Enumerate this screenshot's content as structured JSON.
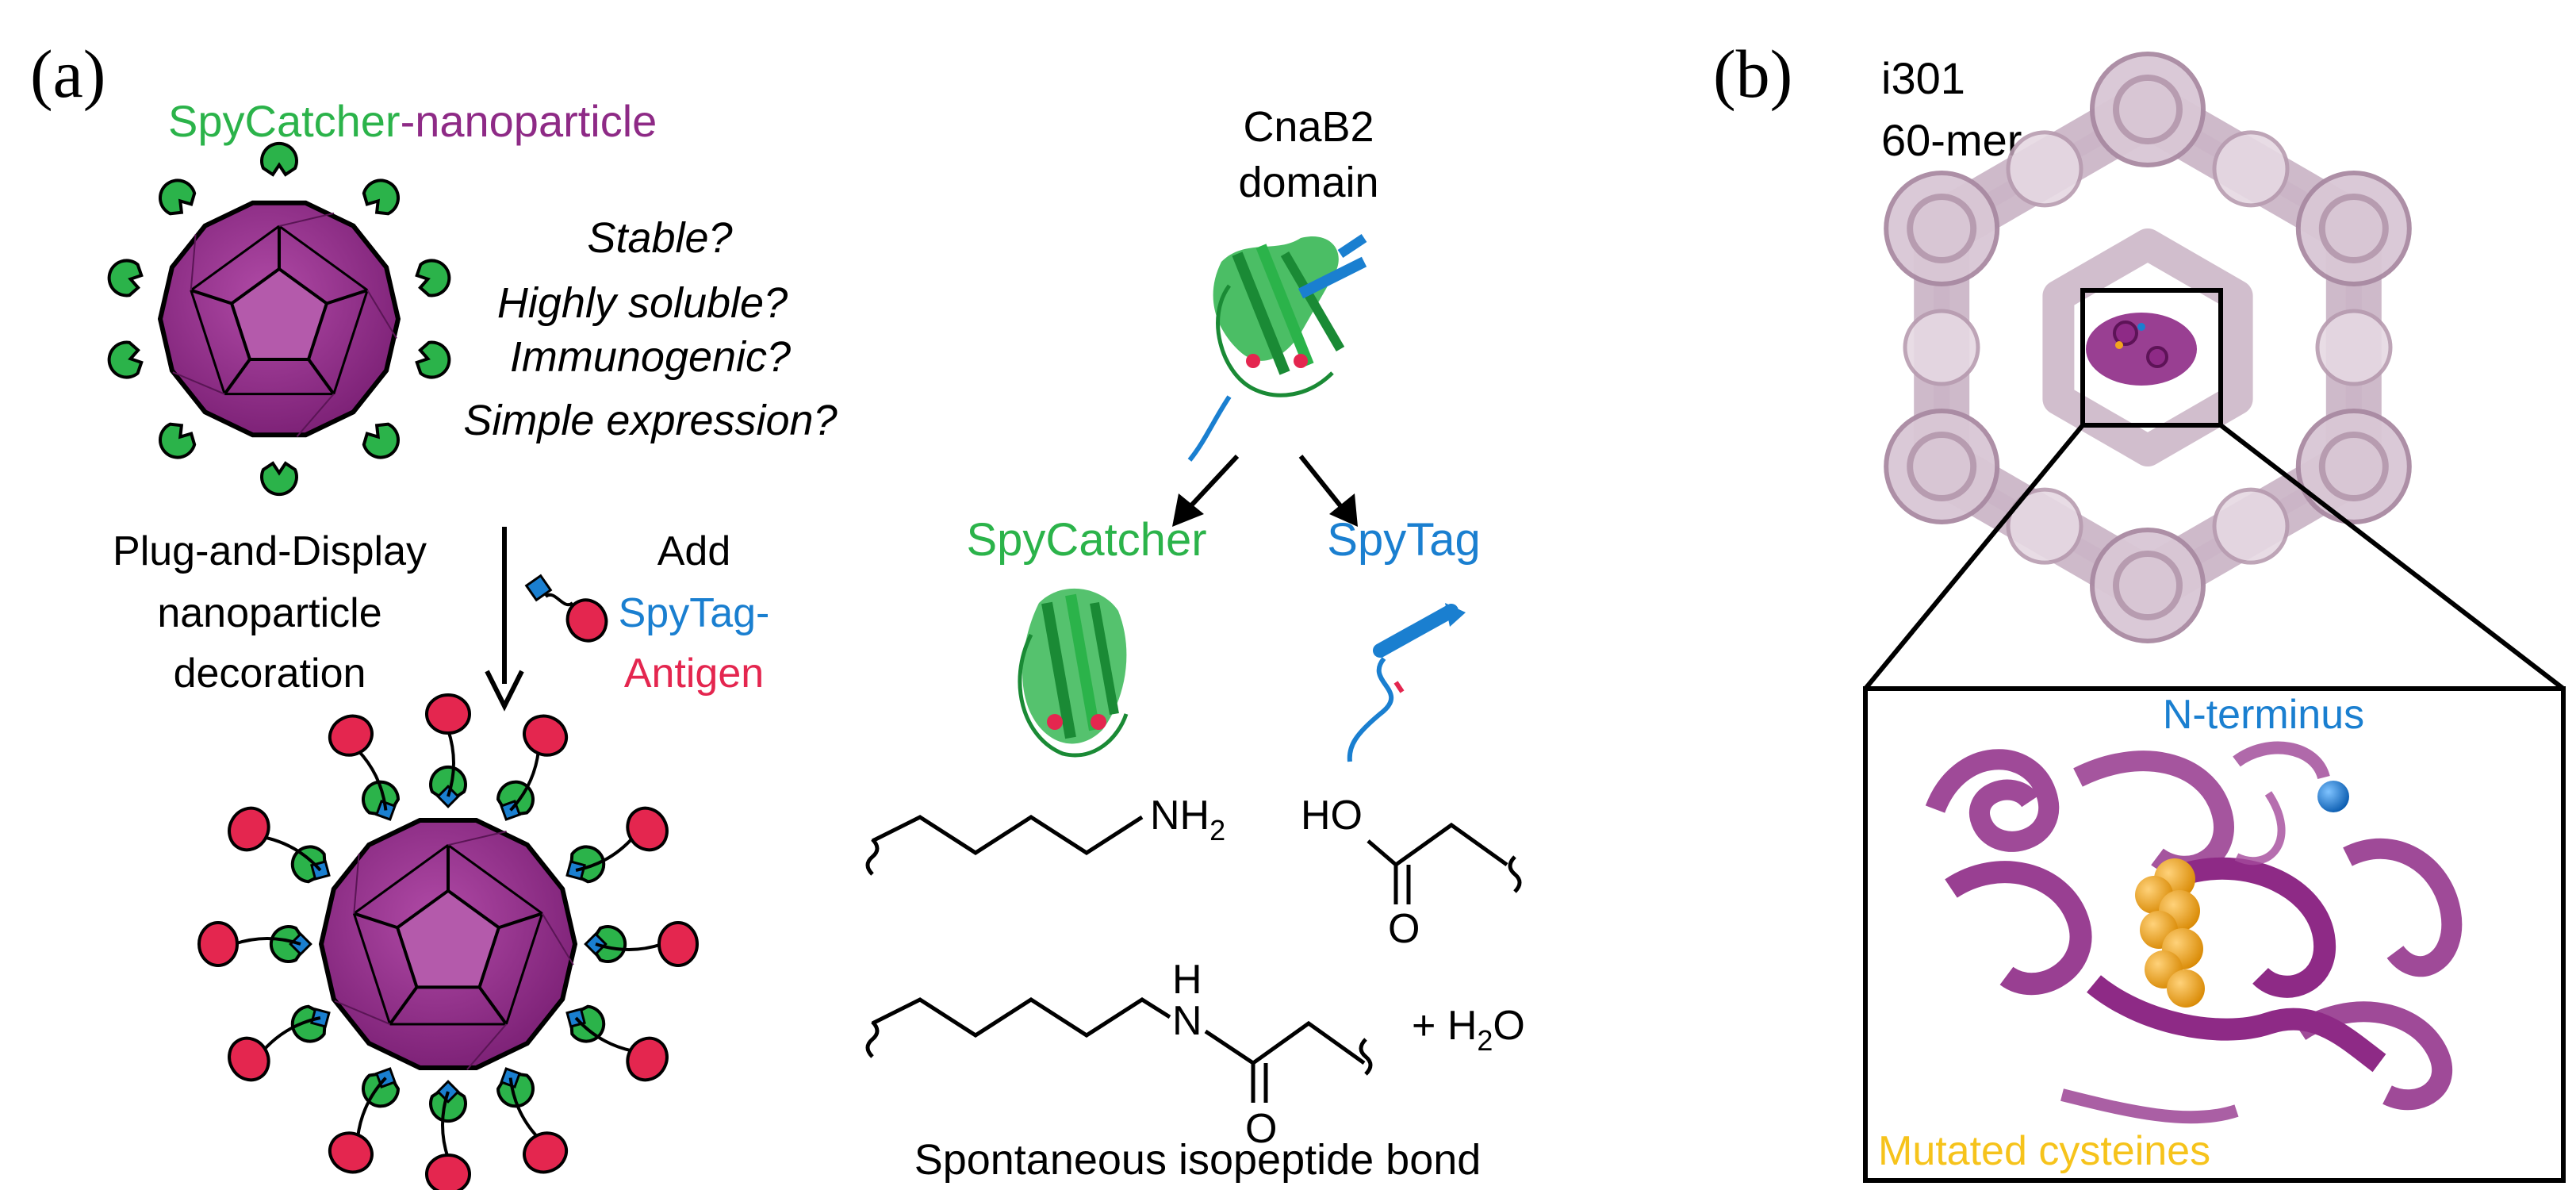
{
  "colors": {
    "spycatcher_green": "#2bb34a",
    "nanoparticle_purple": "#8e2a86",
    "spytag_blue": "#1a7fd0",
    "antigen_red": "#e4264f",
    "cysteine_orange": "#f2a41e",
    "cysteine_text": "#f6c31b",
    "cage_pink": "#c9b3c4"
  },
  "panel_a": {
    "label": "(a)",
    "title_part1": "SpyCatcher",
    "title_part2": "-nanoparticle",
    "questions": [
      "Stable?",
      "Highly soluble?",
      "Immunogenic?",
      "Simple expression?"
    ],
    "process_line1": "Plug-and-Display",
    "process_line2": "nanoparticle",
    "process_line3": "decoration",
    "add_label": "Add",
    "spytag_dash": "SpyTag-",
    "antigen": "Antigen",
    "cnab2_line1": "CnaB2",
    "cnab2_line2": "domain",
    "spycatcher_label": "SpyCatcher",
    "spytag_label": "SpyTag",
    "nh2": "NH",
    "nh2_sub": "2",
    "ho": "HO",
    "o1": "O",
    "h": "H",
    "n": "N",
    "o2": "O",
    "plus_water": "+ H",
    "water_sub": "2",
    "water_o": "O",
    "bond_caption": "Spontaneous isopeptide bond"
  },
  "panel_b": {
    "label": "(b)",
    "particle_name": "i301",
    "particle_type": "60-mer",
    "n_terminus": "N-terminus",
    "mutated": "Mutated cysteines"
  }
}
